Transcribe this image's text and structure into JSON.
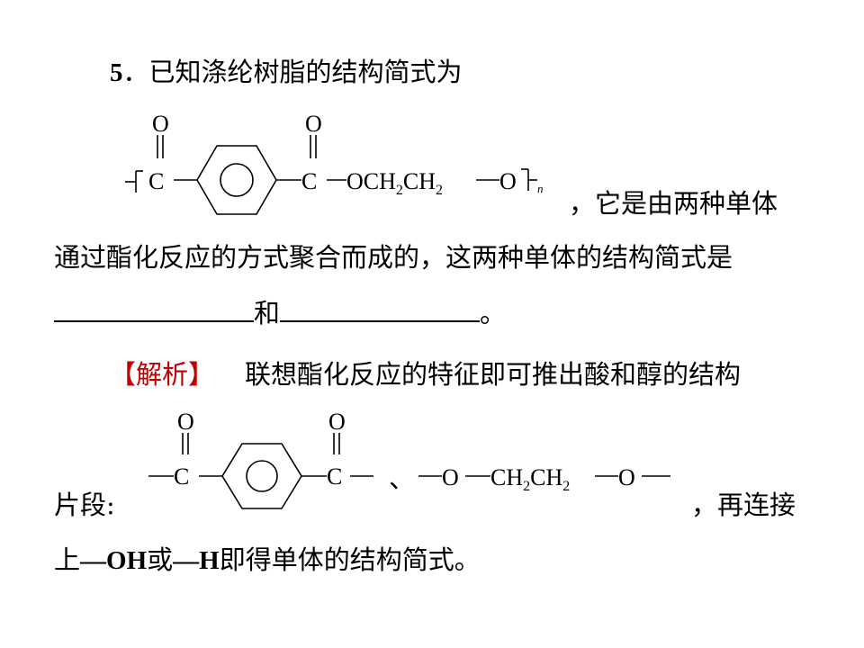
{
  "question": {
    "number": "5",
    "punct": "．",
    "stem": "已知涤纶树脂的结构简式为",
    "tail1": "，它是由两种单体",
    "line2": "通过酯化反应的方式聚合而成的，这两种单体的结构简式是",
    "and_word": "和",
    "end_mark": "。"
  },
  "analysis": {
    "label": "【解析】",
    "line1": "联想酯化反应的特征即可推出酸和醇的结构",
    "fragments_label": "片段:",
    "separator": "、",
    "tail": "，再连接",
    "line3_prefix": "上",
    "oh": "—OH",
    "or_word": "或",
    "h": "—H",
    "line3_suffix": "即得单体的结构简式。"
  },
  "formula1": {
    "o_top_left": "O",
    "o_top_right": "O",
    "c_left": "C",
    "c_right": "C",
    "chain": "OCH",
    "sub1": "2",
    "ch2": "CH",
    "sub2": "2",
    "o_end": "O",
    "subscript_n": "n"
  },
  "formula2": {
    "o_top_left": "O",
    "o_top_right": "O",
    "c_left": "C",
    "c_right": "C"
  },
  "formula3": {
    "o1": "O",
    "ch1": "CH",
    "sub1": "2",
    "ch2": "CH",
    "sub2": "2",
    "o2": "O"
  }
}
